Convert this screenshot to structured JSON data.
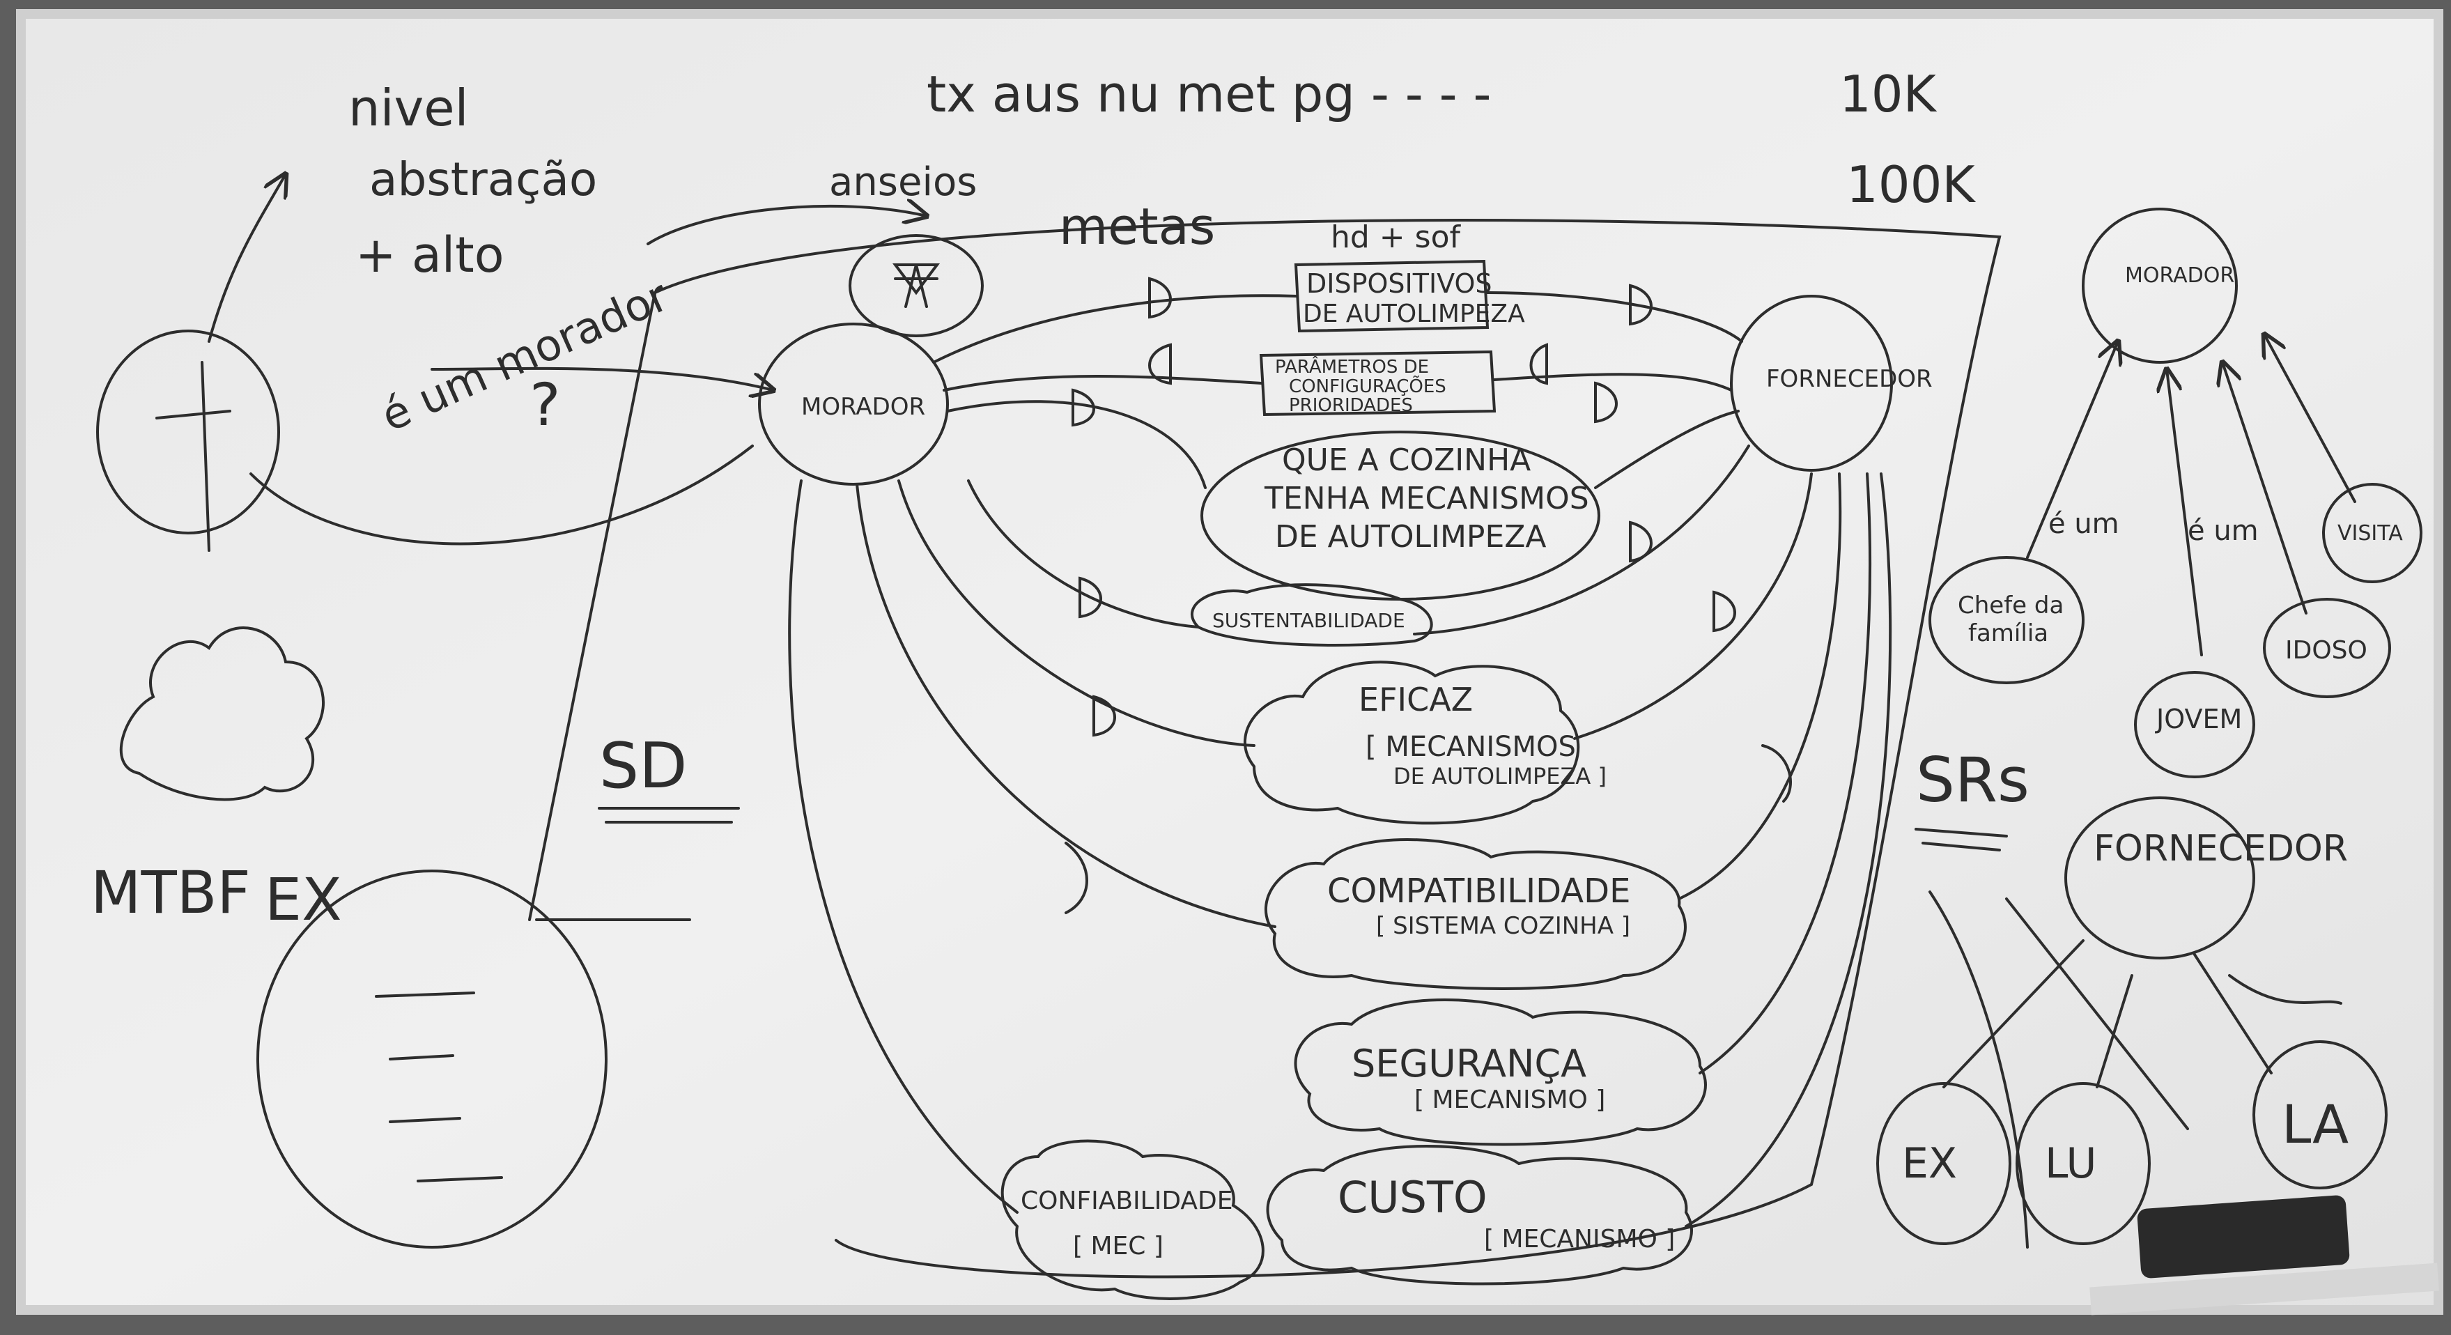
{
  "board": {
    "top_note": "tx aus nu met pg - - - -",
    "top_right_1": "10K",
    "top_right_2": "100K",
    "level_1": "nivel",
    "level_2": "abstração",
    "level_3": "+ alto",
    "is_resident": "é um morador",
    "question": "?",
    "desires": "anseios",
    "goals": "metas",
    "sd_label": "SD",
    "mtbf": "MTBF",
    "ex_left": "EX",
    "resident": "MORADOR",
    "provider": "FORNECEDOR",
    "hw_sw": "hd + sof",
    "devices_1": "DISPOSITIVOS",
    "devices_2": "DE AUTOLIMPEZA",
    "params_1": "PARÂMETROS DE",
    "params_2": "CONFIGURAÇÕES",
    "params_3": "PRIORIDADES",
    "goal_1": "QUE A COZINHA",
    "goal_2": "TENHA MECANISMOS",
    "goal_3": "DE AUTOLIMPEZA",
    "sustain": "SUSTENTABILIDADE",
    "effective_1": "EFICAZ",
    "effective_2": "[ MECANISMOS",
    "effective_3": "DE AUTOLIMPEZA ]",
    "compat_1": "COMPATIBILIDADE",
    "compat_2": "[ SISTEMA COZINHA ]",
    "safety_1": "SEGURANÇA",
    "safety_2": "[ MECANISMO ]",
    "reliab_1": "CONFIABILIDADE",
    "reliab_2": "[ MEC ]",
    "cost_1": "CUSTO",
    "cost_2": "[ MECANISMO ]",
    "srs": "SRs",
    "r_resident": "MORADOR",
    "is_a_1": "é um",
    "is_a_2": "é um",
    "head_1": "Chefe da",
    "head_2": "família",
    "young": "JOVEM",
    "elderly": "IDOSO",
    "visitor": "VISITA",
    "r_provider": "FORNECEDOR",
    "ex_right": "EX",
    "lu": "LU",
    "la": "LA"
  },
  "colors": {
    "board": "#ececec",
    "ink": "#2d2d2d",
    "frame": "#cfcfcf",
    "eraser": "#2a2a2a"
  }
}
